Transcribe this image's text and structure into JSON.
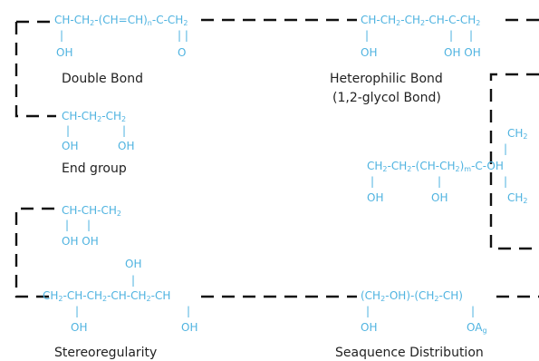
{
  "colors": {
    "chem": "#4fb3e0",
    "caption": "#222222",
    "frame": "#111111"
  },
  "double_bond": {
    "caption": "Double Bond",
    "chain": [
      "CH-CH",
      "2",
      "-(CH=CH)",
      "n",
      "-C-CH",
      "2"
    ],
    "branch_a_bar": "|",
    "branch_a": "OH",
    "branch_b_bar": "| |",
    "branch_b": "O"
  },
  "heterophilic_bond": {
    "caption": "Heterophilic Bond",
    "caption_2": "(1,2-glycol Bond)",
    "chain": [
      "CH-CH",
      "2",
      "-CH",
      "2",
      "-CH-C-CH",
      "2"
    ],
    "bar": "|",
    "branch_a": "OH",
    "branch_b": "OH OH"
  },
  "end_group": {
    "caption": "End group",
    "chain": [
      "CH-CH",
      "2",
      "-CH",
      "2"
    ],
    "bar": "|",
    "branch_a": "OH",
    "branch_b": "OH"
  },
  "branched": {
    "top": [
      "CH",
      "2"
    ],
    "chain": [
      "CH",
      "2",
      "-CH",
      "2",
      "-(CH-CH",
      "2",
      ")",
      "m",
      "-C-OH"
    ],
    "bottom": [
      "CH",
      "2"
    ],
    "bar": "|",
    "branch_a": "OH",
    "branch_b": "OH"
  },
  "small": {
    "chain": [
      "CH-CH-CH",
      "2"
    ],
    "bar": "|",
    "branch": "OH OH"
  },
  "stereoregularity": {
    "caption": "Stereoregularity",
    "top_branch": "OH",
    "bar": "|",
    "chain": [
      "CH",
      "2",
      "-CH-CH",
      "2",
      "-CH-CH",
      "2",
      "-CH"
    ],
    "branch_a": "OH",
    "branch_b": "OH"
  },
  "sequence": {
    "caption": "Seaquence Distribution",
    "chain": [
      "(CH",
      "2",
      "-OH)-(CH",
      "2",
      "-CH)"
    ],
    "bar": "|",
    "branch_a": "OH",
    "branch_b": [
      "OA",
      "g"
    ]
  }
}
